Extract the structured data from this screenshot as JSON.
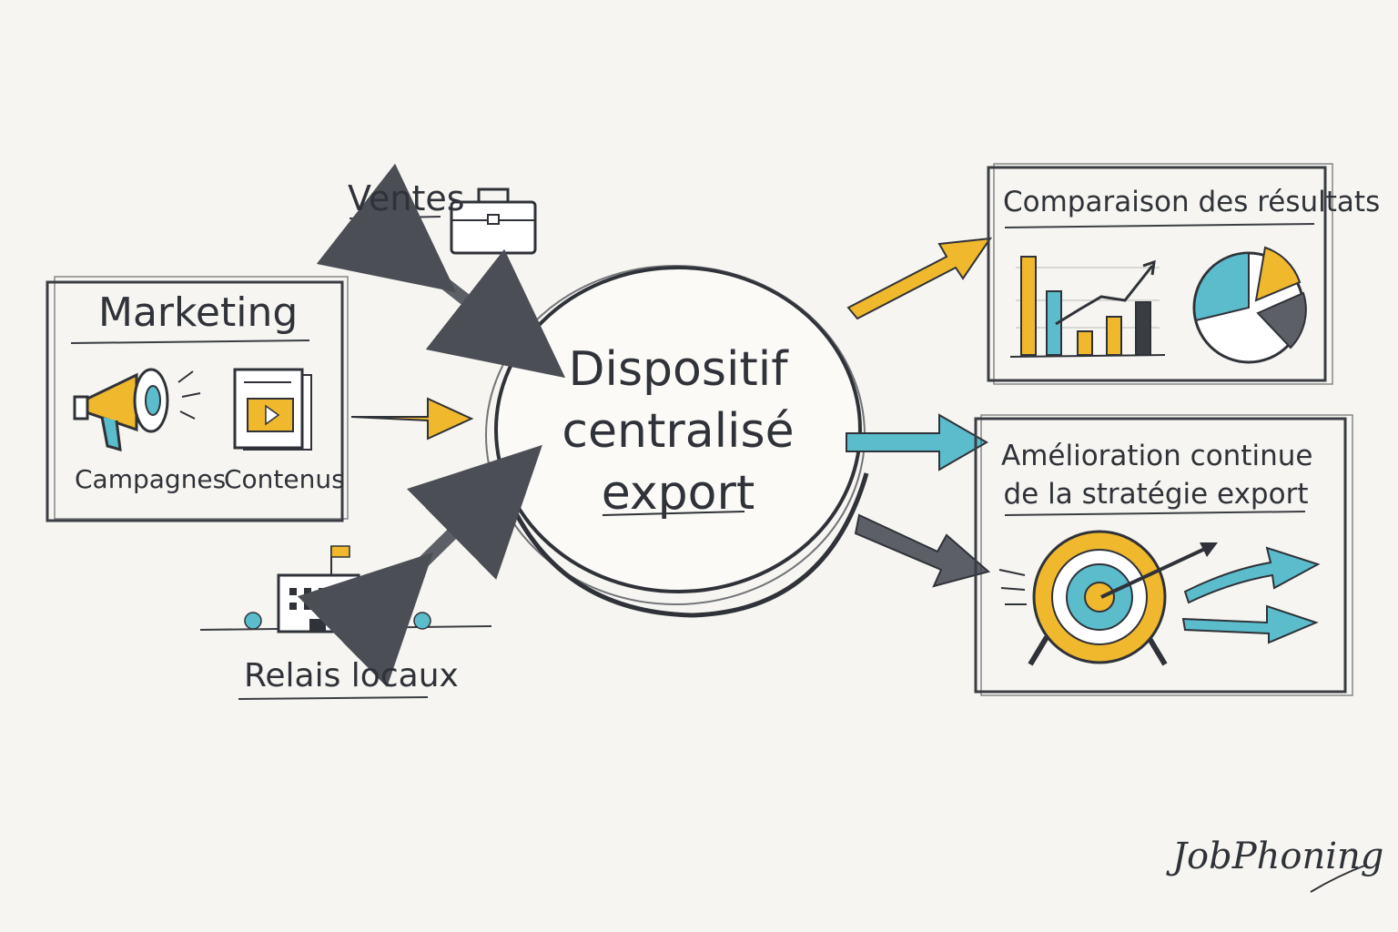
{
  "nodes": {
    "ventes": "Ventes",
    "marketing": {
      "title": "Marketing",
      "items": [
        "Campagnes",
        "Contenus"
      ]
    },
    "relais": "Relais locaux",
    "center": [
      "Dispositif",
      "centralisé",
      "export"
    ],
    "comparaison": "Comparaison des résultats",
    "amelioration": [
      "Amélioration continue",
      "de la stratégie export"
    ]
  },
  "brand": "JobPhoning",
  "colors": {
    "ink": "#2f3238",
    "yellow": "#f0b82d",
    "blue": "#5bbccc",
    "gray": "#5c5f66",
    "paper": "#f6f5f1"
  },
  "icons": [
    "briefcase-icon",
    "megaphone-icon",
    "video-document-icon",
    "building-icon",
    "bar-chart-icon",
    "pie-chart-icon",
    "target-icon"
  ]
}
